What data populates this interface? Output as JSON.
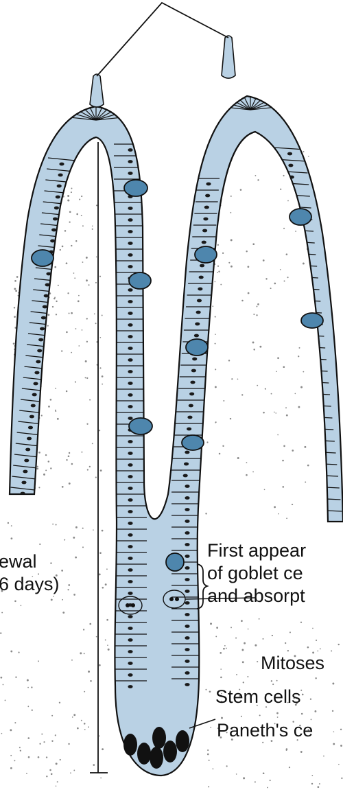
{
  "labels": {
    "renewal_line1": "ewal",
    "renewal_line2": "6 days)",
    "first_line1": "First appear",
    "first_line2": "of goblet ce",
    "first_line3": "and absorpt",
    "mitoses": "Mitoses",
    "stem_cells": "Stem cells",
    "paneth": "Paneth's ce"
  },
  "colors": {
    "cell_fill": "#b9d1e4",
    "goblet_fill": "#4e86ad",
    "outline": "#111111",
    "stroma_dots": "#8a8a8a"
  }
}
